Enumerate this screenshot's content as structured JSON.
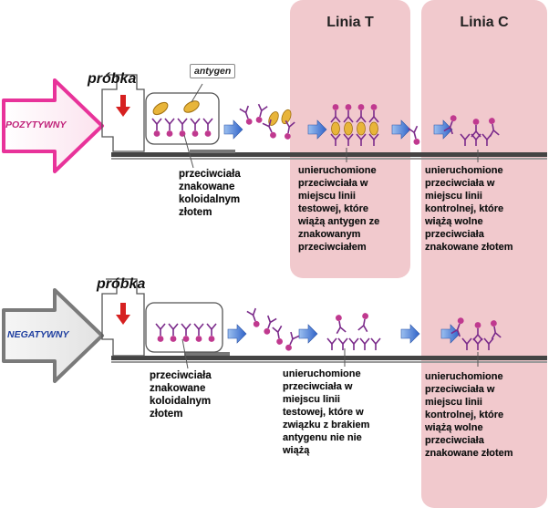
{
  "bands": {
    "test_line": "Linia T",
    "control_line": "Linia C"
  },
  "positive": {
    "result_label": "POZYTYWNY",
    "sample_label": "próbka",
    "antigen_label": "antygen",
    "conjugate_text": "przeciwciała\nznakowane\nkoloidalnym\nzłotem",
    "test_line_text": "unieruchomione\nprzeciwciała w\nmiejscu linii\ntestowej, które\nwiążą antygen ze\nznakowanym\nprzeciwciałem",
    "control_line_text": "unieruchomione\nprzeciwciała w\nmiejscu linii\nkontrolnej, które\nwiążą wolne\nprzeciwciała\nznakowane złotem"
  },
  "negative": {
    "result_label": "NEGATYWNY",
    "sample_label": "próbka",
    "conjugate_text": "przeciwciała\nznakowane\nkoloidalnym\nzłotem",
    "test_line_text": "unieruchomione\nprzeciwciała w\nmiejscu linii\ntestowej, które w\nzwiązku z brakiem\nantygenu nie nie\nwiążą",
    "control_line_text": "unieruchomione\nprzeciwciała w\nmiejscu linii\nkontrolnej, które\nwiążą wolne\nprzeciwciała\nznakowane złotem"
  },
  "colors": {
    "band": "#f1c9cd",
    "positive_arrow": "#e8339a",
    "negative_arrow": "#7a7a7a",
    "antibody": "#7a2a8a",
    "gold_label": "#c0398f",
    "antigen": "#e8b53a",
    "flow_arrow": "#4f7fd6",
    "sample_drop_arrow": "#d62020"
  }
}
